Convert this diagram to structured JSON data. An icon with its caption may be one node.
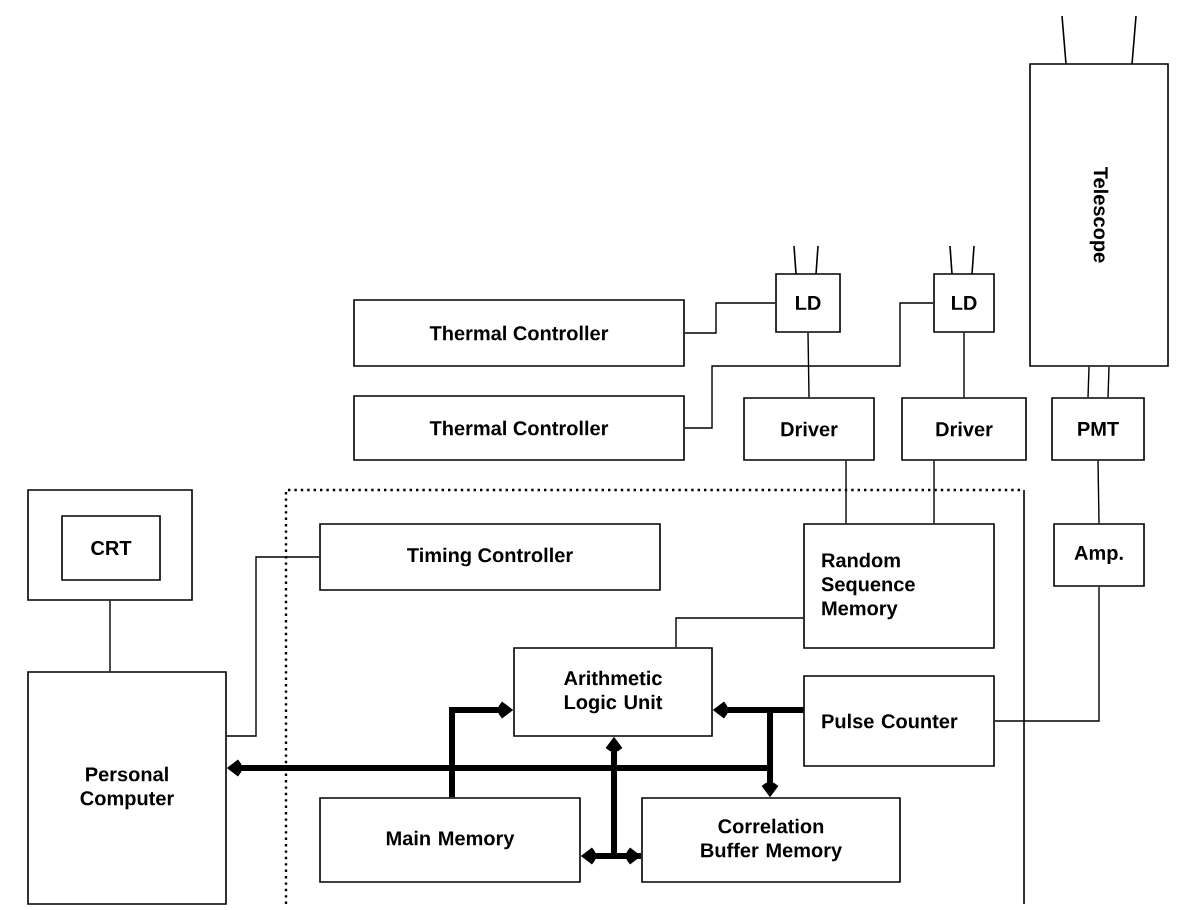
{
  "diagram": {
    "nodes": [
      {
        "text": [
          "Thermal Controller"
        ]
      },
      {
        "text": [
          "Thermal Controller"
        ]
      },
      {
        "text": [
          "LD"
        ]
      },
      {
        "text": [
          "LD"
        ]
      },
      {
        "text": [
          "Telescope"
        ]
      },
      {
        "text": [
          "Driver"
        ]
      },
      {
        "text": [
          "Driver"
        ]
      },
      {
        "text": [
          "PMT"
        ]
      },
      {
        "text": [],
        "shape": "box"
      },
      {
        "text": [
          "CRT"
        ],
        "in": 8
      },
      {
        "text": [
          "Personal Computer"
        ]
      },
      {
        "text": [],
        "shape": "box"
      },
      {
        "text": [
          "Timing Controller"
        ],
        "in": 11
      },
      {
        "text": [
          "Random Sequence Memory"
        ],
        "in": 11
      },
      {
        "text": [
          "Amp."
        ]
      },
      {
        "text": [
          "Arithmetic Logic Unit"
        ],
        "in": 11
      },
      {
        "text": [
          "Pulse Counter"
        ],
        "in": 11
      },
      {
        "text": [
          "Main Memory"
        ],
        "in": 11
      },
      {
        "text": [
          "Correlation Buffer Memory"
        ],
        "in": 11
      }
    ],
    "edges": [
      {
        "from": 0,
        "to": 2,
        "arrow": "none"
      },
      {
        "from": 1,
        "to": 3,
        "arrow": "none"
      },
      {
        "from": 2,
        "to": 5,
        "arrow": "none"
      },
      {
        "from": 3,
        "to": 6,
        "arrow": "none"
      },
      {
        "from": 4,
        "to": 7,
        "arrow": "none"
      },
      {
        "from": 7,
        "to": 14,
        "arrow": "none"
      },
      {
        "from": 14,
        "to": 16,
        "arrow": "none"
      },
      {
        "from": 5,
        "to": 13,
        "arrow": "none"
      },
      {
        "from": 6,
        "to": 13,
        "arrow": "none"
      },
      {
        "from": 13,
        "to": 15,
        "arrow": "none"
      },
      {
        "from": 8,
        "to": 10,
        "arrow": "none"
      },
      {
        "from": 12,
        "to": 10,
        "arrow": "none"
      },
      {
        "from": 17,
        "to": 15,
        "arrow": "to",
        "style": "thick"
      },
      {
        "from": 16,
        "to": 15,
        "arrow": "to",
        "style": "thick"
      },
      {
        "from": 16,
        "to": 18,
        "arrow": "to",
        "style": "thick"
      },
      {
        "from": 16,
        "to": 10,
        "arrow": "to",
        "style": "thick"
      },
      {
        "from": 17,
        "to": 18,
        "arrow": "both",
        "style": "thick"
      },
      {
        "from": 18,
        "to": 15,
        "arrow": "to",
        "style": "thick"
      }
    ]
  }
}
